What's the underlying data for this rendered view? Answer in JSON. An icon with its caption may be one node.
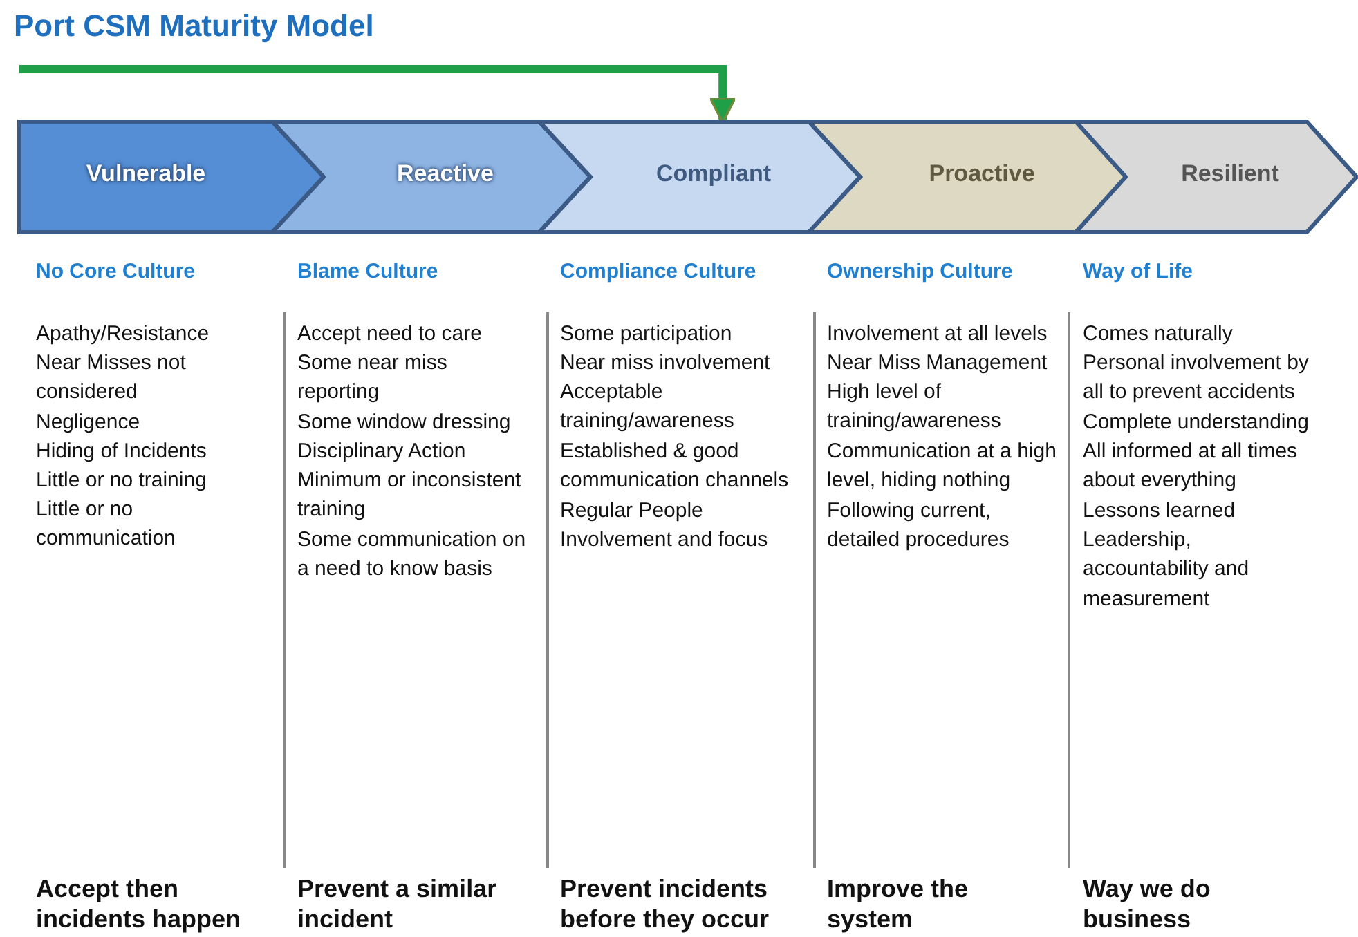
{
  "diagram": {
    "title": "Port CSM Maturity Model",
    "nodes": [
      {
        "text": [
          "Vulnerable"
        ]
      },
      {
        "text": [
          "Reactive"
        ]
      },
      {
        "text": [
          "Compliant"
        ]
      },
      {
        "text": [
          "Proactive"
        ]
      },
      {
        "text": [
          "Resilient"
        ]
      }
    ],
    "edges": [
      {
        "from": null,
        "to": 2,
        "arrow": "to",
        "color": "#1fa048"
      }
    ],
    "labels": [
      "No Core Culture",
      "Blame Culture",
      "Compliance Culture",
      "Ownership Culture",
      "Way of Life",
      "Apathy/Resistance",
      "Near Misses not considered",
      "Negligence",
      "Hiding of Incidents",
      "Little or no training",
      "Little or no communication",
      "Accept need to care",
      "Some near miss reporting",
      "Some window dressing",
      "Disciplinary Action",
      "Minimum or inconsistent training",
      "Some communication on a need to know basis",
      "Some participation",
      "Near miss involvement",
      "Acceptable training/awareness",
      "Established & good communication channels",
      "Regular People Involvement and focus",
      "Involvement at all levels",
      "Near Miss Management",
      "High level of training/awareness",
      "Communication at a high level, hiding nothing",
      "Following current, detailed procedures",
      "Comes naturally",
      "Personal involvement by all to prevent accidents",
      "Complete understanding",
      "All informed at all times about everything",
      "Lessons learned",
      "Leadership, accountability and measurement",
      "Accept then incidents happen",
      "Prevent a similar incident",
      "Prevent incidents before they occur",
      "Improve the system",
      "Way we do business"
    ]
  }
}
